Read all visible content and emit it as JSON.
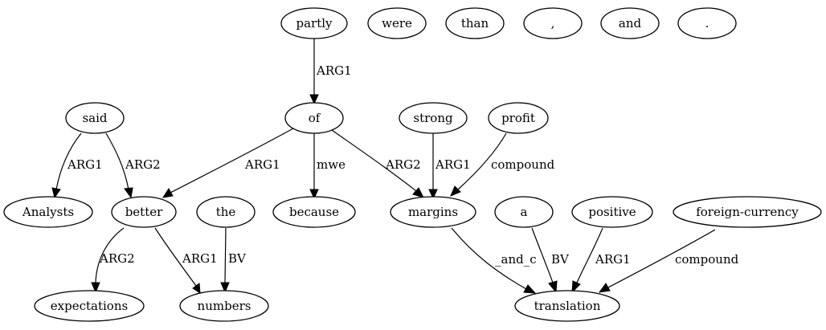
{
  "nodes": {
    "partly": "partly",
    "were": "were",
    "than": "than",
    "comma": ",",
    "and": "and",
    "period": ".",
    "said": "said",
    "of": "of",
    "strong": "strong",
    "profit": "profit",
    "analysts": "Analysts",
    "better": "better",
    "the": "the",
    "because": "because",
    "margins": "margins",
    "a": "a",
    "positive": "positive",
    "foreign_currency": "foreign-currency",
    "expectations": "expectations",
    "numbers": "numbers",
    "translation": "translation"
  },
  "edges": {
    "partly_of": "ARG1",
    "said_analysts": "ARG1",
    "said_better": "ARG2",
    "of_better": "ARG1",
    "of_because": "mwe",
    "of_margins": "ARG2",
    "strong_margins": "ARG1",
    "profit_margins": "compound",
    "better_expectations": "ARG2",
    "better_numbers": "ARG1",
    "the_numbers": "BV",
    "margins_translation": "_and_c",
    "a_translation": "BV",
    "positive_translation": "ARG1",
    "foreign_currency_translation": "compound"
  }
}
